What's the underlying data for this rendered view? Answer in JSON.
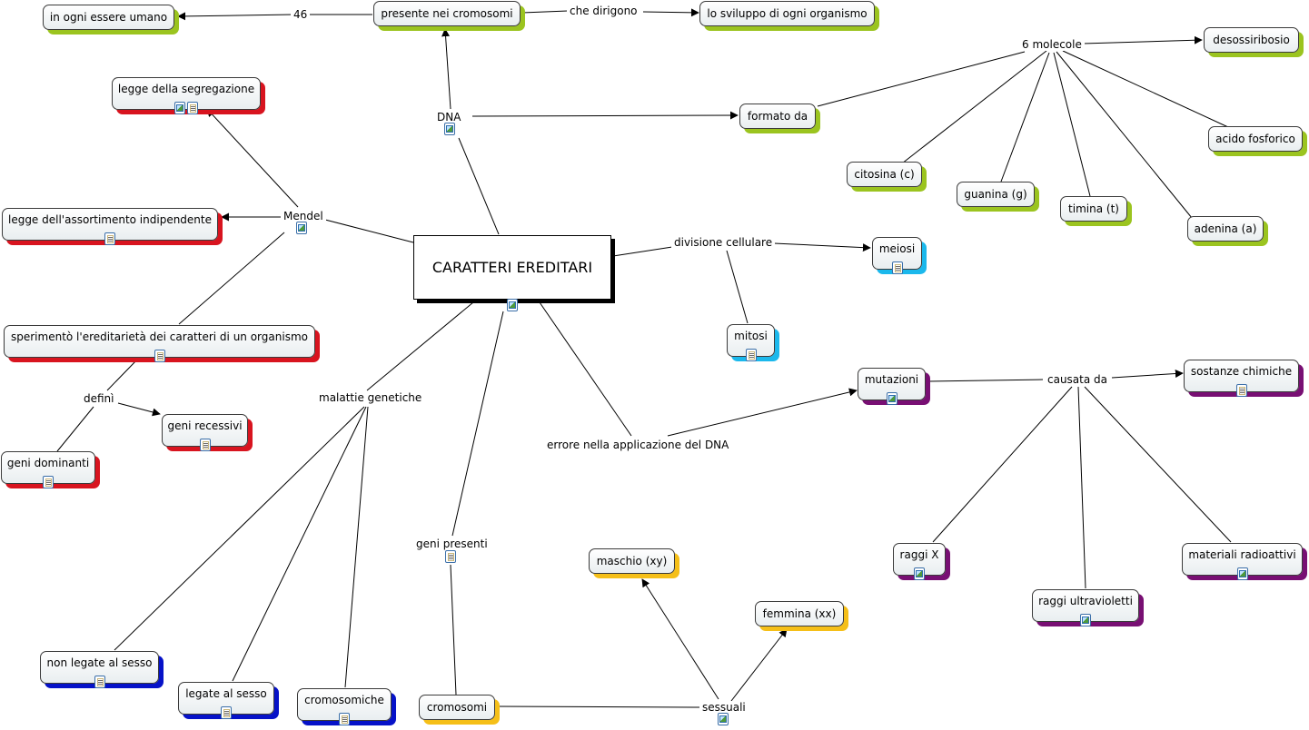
{
  "central": {
    "label": "CARATTERI EREDITARI",
    "icons": [
      "image-icon"
    ]
  },
  "nodes": {
    "ogni_essere_umano": "in ogni essere umano",
    "presente_cromosomi": "presente nei cromosomi",
    "sviluppo": "lo sviluppo di ogni organismo",
    "desossiribosio": "desossiribosio",
    "formato_da": "formato da",
    "acido_fosforico": "acido fosforico",
    "citosina": "citosina (c)",
    "guanina": "guanina (g)",
    "timina": "timina (t)",
    "adenina": "adenina (a)",
    "meiosi": "meiosi",
    "mitosi": "mitosi",
    "mutazioni": "mutazioni",
    "sostanze_chimiche": "sostanze chimiche",
    "raggi_x": "raggi X",
    "materiali_radioattivi": "materiali radioattivi",
    "raggi_ultravioletti": "raggi ultravioletti",
    "legge_segregazione": "legge della segregazione",
    "legge_assortimento": "legge dell'assortimento indipendente",
    "sperimento": "sperimentò l'ereditarietà dei caratteri di un organismo",
    "geni_recessivi": "geni recessivi",
    "geni_dominanti": "geni dominanti",
    "non_legate": "non legate al sesso",
    "legate": "legate al sesso",
    "cromosomiche": "cromosomiche",
    "cromosomi": "cromosomi",
    "maschio": "maschio (xy)",
    "femmina": "femmina (xx)"
  },
  "labels": {
    "n46": "46",
    "che_dirigono": "che dirigono",
    "sei_molecole": "6 molecole",
    "dna": "DNA",
    "mendel": "Mendel",
    "divisione": "divisione cellulare",
    "causata_da": "causata da",
    "errore": "errore nella applicazione del DNA",
    "defini": "definì",
    "malattie": "malattie genetiche",
    "geni_presenti": "geni presenti",
    "sessuali": "sessuali"
  },
  "colors": {
    "green": "#9bc41f",
    "red": "#d8141f",
    "blue": "#0612c8",
    "cyan": "#1bb8ec",
    "purple": "#780f73",
    "yellow": "#f5bf18"
  }
}
